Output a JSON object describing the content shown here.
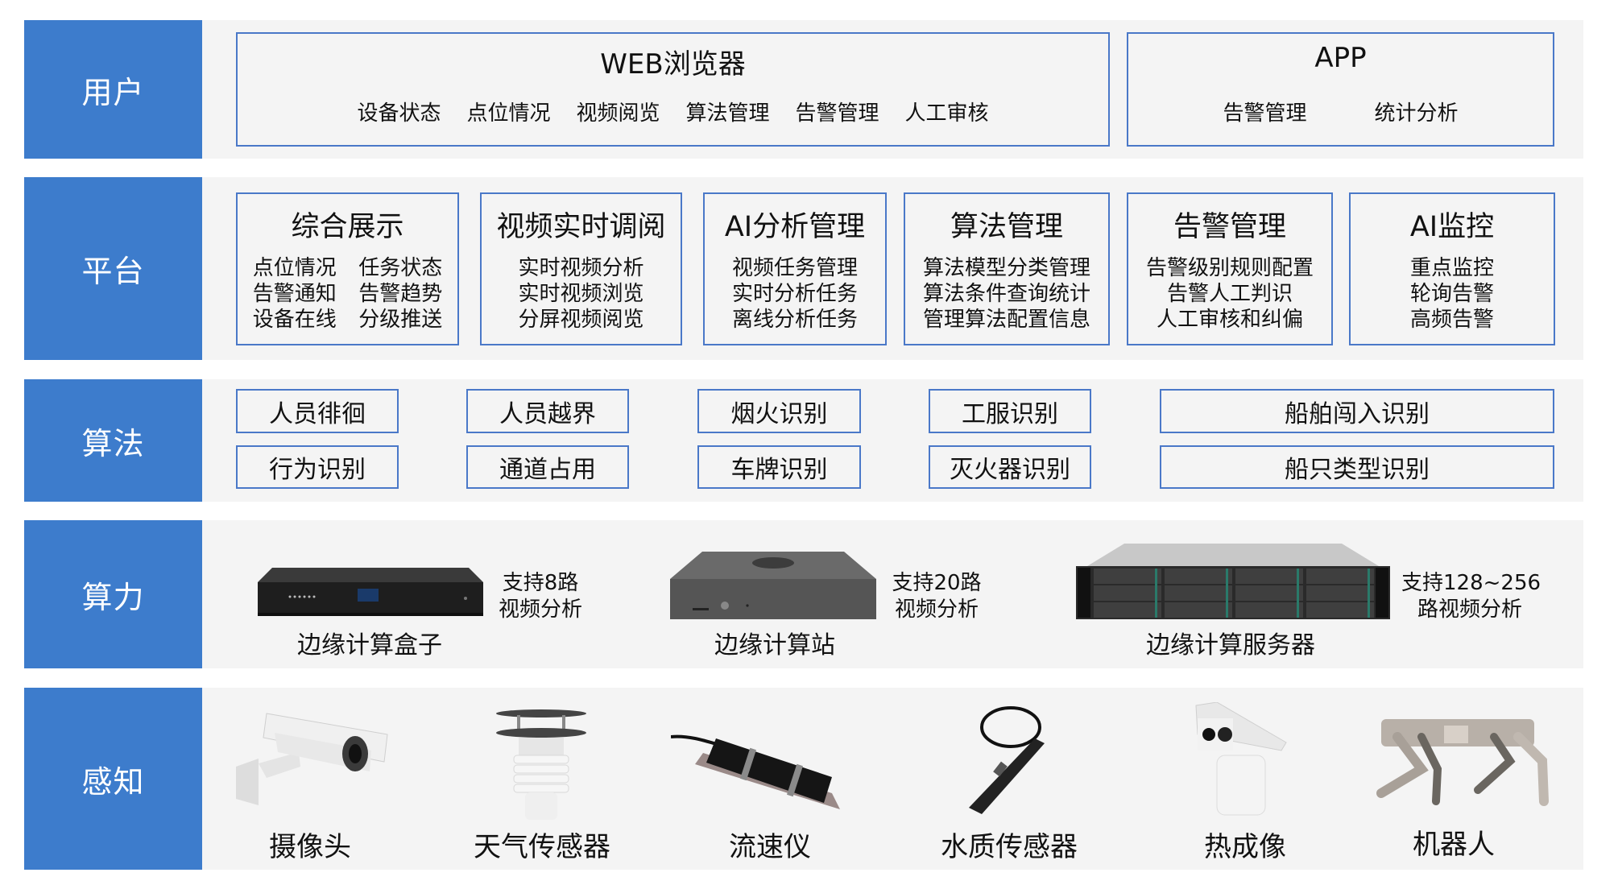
{
  "colors": {
    "label_bg": "#3d7ccc",
    "panel_bg": "#f4f4f4",
    "box_border": "#4a78c8"
  },
  "layers": {
    "user": {
      "label": "用户",
      "web": {
        "title": "WEB浏览器",
        "items": [
          "设备状态",
          "点位情况",
          "视频阅览",
          "算法管理",
          "告警管理",
          "人工审核"
        ]
      },
      "app": {
        "title": "APP",
        "items": [
          "告警管理",
          "统计分析"
        ]
      }
    },
    "platform": {
      "label": "平台",
      "modules": [
        {
          "title": "综合展示",
          "items": [
            "点位情况",
            "任务状态",
            "告警通知",
            "告警趋势",
            "设备在线",
            "分级推送"
          ]
        },
        {
          "title": "视频实时调阅",
          "items": [
            "实时视频分析",
            "实时视频浏览",
            "分屏视频阅览"
          ]
        },
        {
          "title": "AI分析管理",
          "items": [
            "视频任务管理",
            "实时分析任务",
            "离线分析任务"
          ]
        },
        {
          "title": "算法管理",
          "items": [
            "算法模型分类管理",
            "算法条件查询统计",
            "管理算法配置信息"
          ]
        },
        {
          "title": "告警管理",
          "items": [
            "告警级别规则配置",
            "告警人工判识",
            "人工审核和纠偏"
          ]
        },
        {
          "title": "AI监控",
          "items": [
            "重点监控",
            "轮询告警",
            "高频告警"
          ]
        }
      ]
    },
    "algorithm": {
      "label": "算法",
      "row1": [
        "人员徘徊",
        "人员越界",
        "烟火识别",
        "工服识别",
        "船舶闯入识别"
      ],
      "row2": [
        "行为识别",
        "通道占用",
        "车牌识别",
        "灭火器识别",
        "船只类型识别"
      ]
    },
    "compute": {
      "label": "算力",
      "devices": [
        {
          "name": "边缘计算盒子",
          "spec": [
            "支持8路",
            "视频分析"
          ]
        },
        {
          "name": "边缘计算站",
          "spec": [
            "支持20路",
            "视频分析"
          ]
        },
        {
          "name": "边缘计算服务器",
          "spec": [
            "支持128~256",
            "路视频分析"
          ]
        }
      ]
    },
    "perception": {
      "label": "感知",
      "devices": [
        "摄像头",
        "天气传感器",
        "流速仪",
        "水质传感器",
        "热成像",
        "机器人"
      ]
    }
  }
}
